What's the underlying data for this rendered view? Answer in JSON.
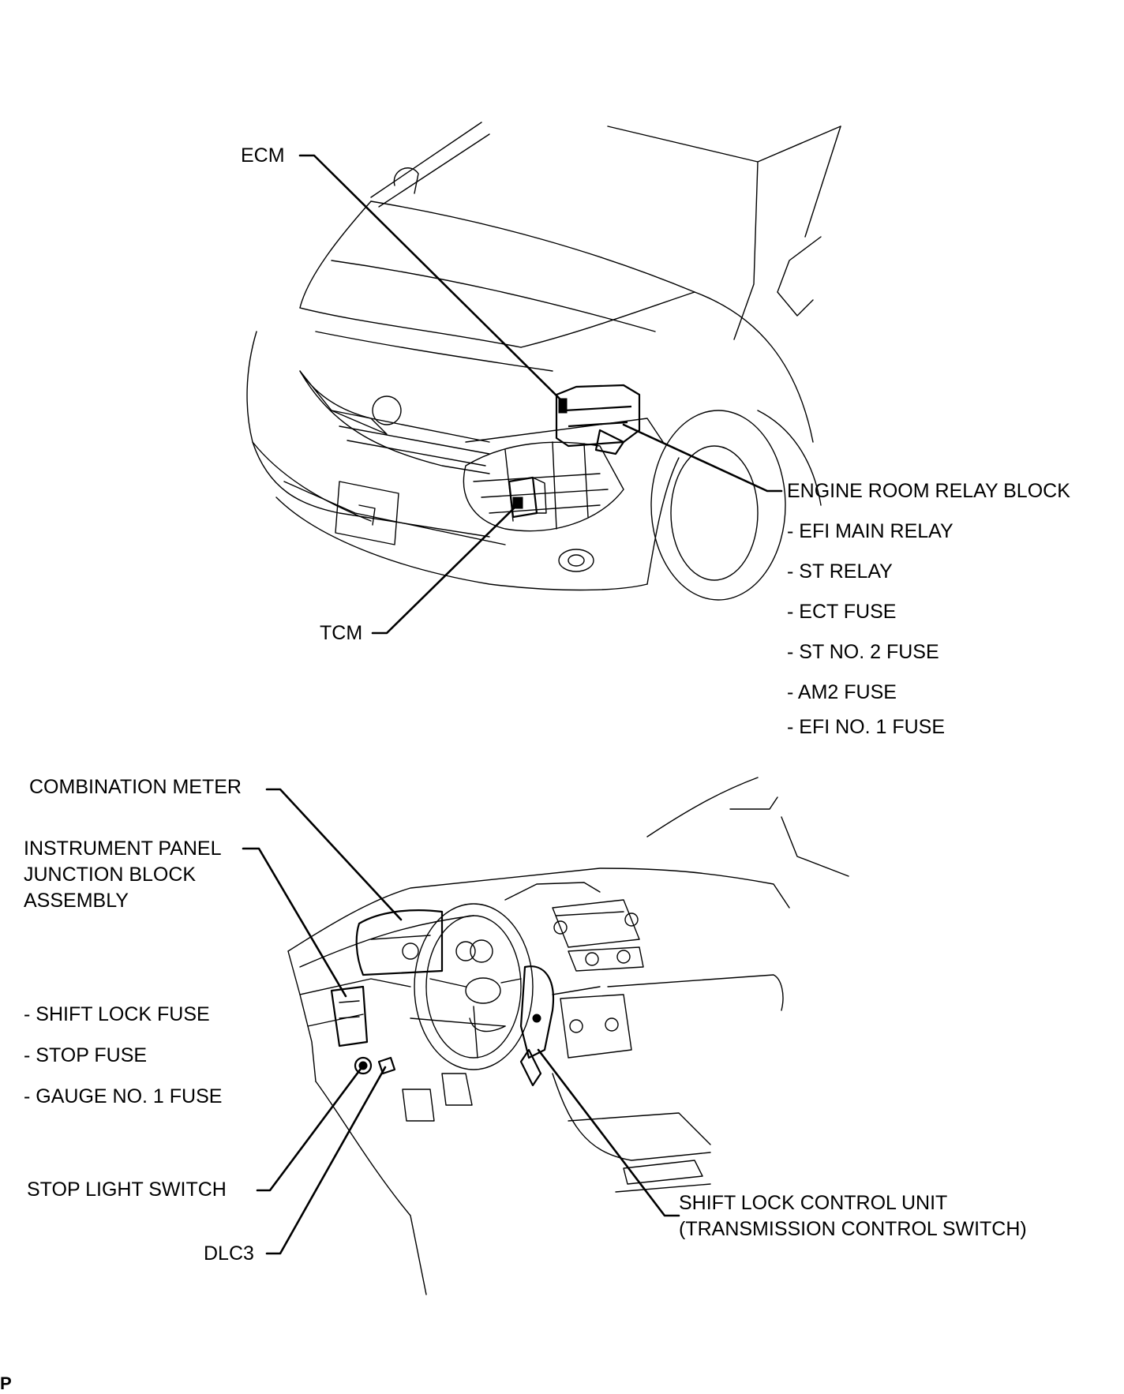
{
  "engine_room": {
    "ecm": "ECM",
    "tcm": "TCM",
    "relay_block": {
      "title": "ENGINE ROOM RELAY BLOCK",
      "items": [
        "- EFI MAIN RELAY",
        "- ST RELAY",
        "- ECT FUSE",
        "- ST NO. 2 FUSE",
        "- AM2 FUSE",
        "- EFI NO. 1 FUSE"
      ]
    }
  },
  "cabin": {
    "combination_meter": "COMBINATION METER",
    "junction_block": {
      "title_lines": [
        "INSTRUMENT PANEL",
        "JUNCTION BLOCK",
        "ASSEMBLY"
      ],
      "items": [
        "- SHIFT LOCK FUSE",
        "- STOP FUSE",
        "- GAUGE NO. 1 FUSE"
      ]
    },
    "stop_light_switch": "STOP LIGHT SWITCH",
    "dlc3": "DLC3",
    "shift_lock": {
      "line1": "SHIFT LOCK CONTROL UNIT",
      "line2": "(TRANSMISSION CONTROL SWITCH)"
    }
  },
  "corner_code": "P"
}
